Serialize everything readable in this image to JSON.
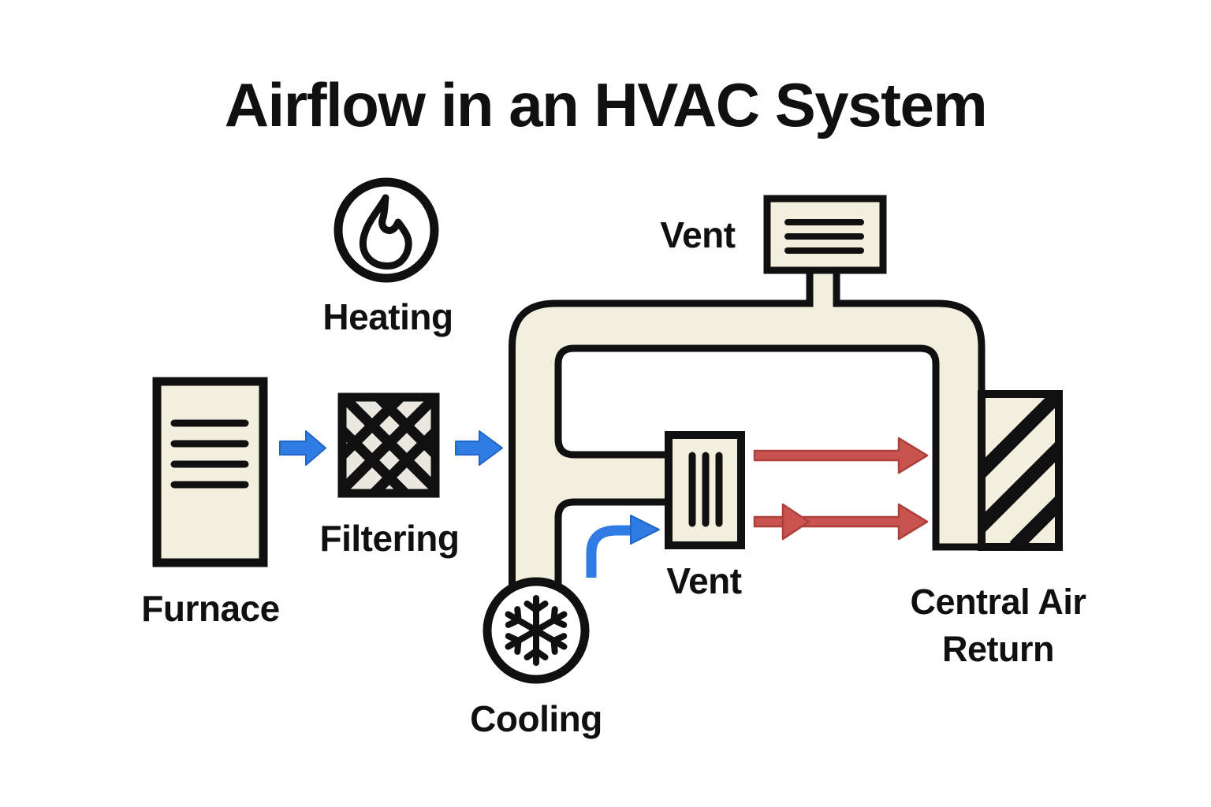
{
  "title": "Airflow in an HVAC System",
  "colors": {
    "background": "#ffffff",
    "outline": "#101010",
    "duct_fill": "#f3efde",
    "filter_fill": "#eae7df",
    "arrow_blue": "#2e7ce4",
    "arrow_blue_edge": "#2166c4",
    "arrow_red": "#c9534f",
    "arrow_red_edge": "#ad403d"
  },
  "nodes": {
    "heating": {
      "label": "Heating",
      "icon": "flame-icon"
    },
    "furnace": {
      "label": "Furnace",
      "icon": "furnace-lines-icon"
    },
    "filtering": {
      "label": "Filtering",
      "icon": "filter-lattice-icon"
    },
    "cooling": {
      "label": "Cooling",
      "icon": "snowflake-icon"
    },
    "vent_top": {
      "label": "Vent",
      "icon": "vent-horizontal-slats-icon"
    },
    "vent_mid": {
      "label": "Vent",
      "icon": "vent-vertical-slats-icon"
    },
    "central_air_return": {
      "label": "Central Air Return",
      "icon": "diagonal-grille-icon"
    }
  },
  "flows": [
    {
      "from": "Furnace",
      "to": "Filtering",
      "color": "blue",
      "style": "straight"
    },
    {
      "from": "Filtering",
      "to": "Duct",
      "color": "blue",
      "style": "straight"
    },
    {
      "from": "Cooling",
      "to": "Vent",
      "color": "blue",
      "style": "curved"
    },
    {
      "from": "Vent",
      "to": "Central Air Return",
      "color": "red",
      "style": "straight"
    },
    {
      "from": "Vent",
      "to": "Central Air Return",
      "color": "red",
      "style": "straight-double-head"
    }
  ]
}
